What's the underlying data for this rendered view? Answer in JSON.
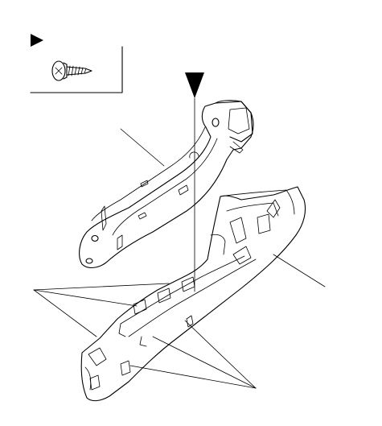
{
  "diagram": {
    "type": "exploded-parts-view",
    "legend": {
      "marker": "filled-triangle-right",
      "fastener_icon": "screw-icon"
    },
    "callout_marker": "filled-triangle-down",
    "parts": [
      {
        "id": "upper-trim-panel"
      },
      {
        "id": "lower-trim-panel"
      },
      {
        "id": "screw"
      }
    ],
    "leader_groups": [
      {
        "id": "left-clips-leaders",
        "count": 3
      },
      {
        "id": "bottom-clips-leaders",
        "count": 3
      },
      {
        "id": "upper-panel-leader",
        "count": 1
      },
      {
        "id": "lower-panel-leader",
        "count": 1
      }
    ]
  }
}
